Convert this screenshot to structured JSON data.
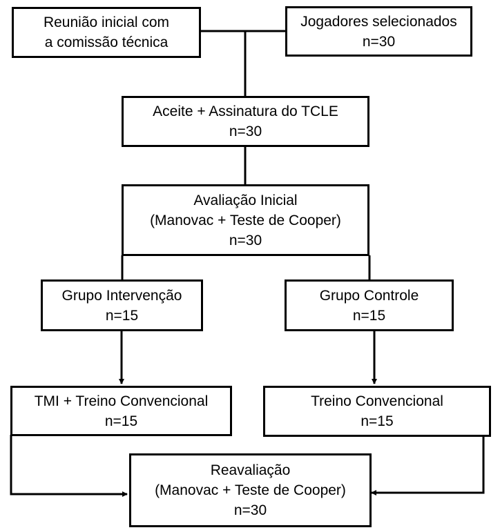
{
  "diagram": {
    "meeting": {
      "line1": "Reunião inicial com",
      "line2": "a comissão técnica"
    },
    "selected": {
      "line1": "Jogadores selecionados",
      "line2": "n=30"
    },
    "consent": {
      "line1": "Aceite + Assinatura do TCLE",
      "line2": "n=30"
    },
    "initial_eval": {
      "line1": "Avaliação Inicial",
      "line2": "(Manovac + Teste de Cooper)",
      "line3": "n=30"
    },
    "intervention_group": {
      "line1": "Grupo Intervenção",
      "line2": "n=15"
    },
    "control_group": {
      "line1": "Grupo Controle",
      "line2": "n=15"
    },
    "tmi_training": {
      "line1": "TMI + Treino Convencional",
      "line2": "n=15"
    },
    "conv_training": {
      "line1": "Treino Convencional",
      "line2": "n=15"
    },
    "reevaluation": {
      "line1": "Reavaliação",
      "line2": "(Manovac + Teste de Cooper)",
      "line3": "n=30"
    }
  }
}
